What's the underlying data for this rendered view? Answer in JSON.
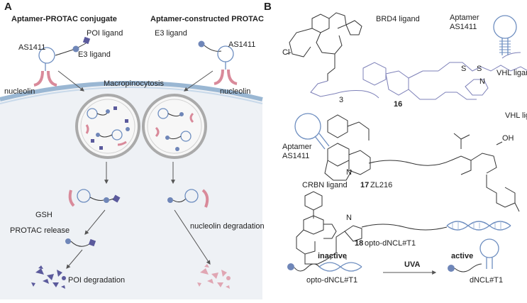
{
  "panels": {
    "a": {
      "label": "A",
      "left_title": "Aptamer-PROTAC conjugate",
      "right_title": "Aptamer-constructed PROTAC",
      "poi_ligand": "POI ligand",
      "e3_ligand_left": "E3 ligand",
      "e3_ligand_right": "E3 ligand",
      "as1411_left": "AS1411",
      "as1411_right": "AS1411",
      "nucleolin_left": "nucleolin",
      "nucleolin_right": "nucleolin",
      "macropinocytosis": "Macropinocytosis",
      "gsh": "GSH",
      "protac_release": "PROTAC release",
      "poi_degradation": "POI degradation",
      "nucleolin_degradation": "nucleolin degradation"
    },
    "b": {
      "label": "B",
      "brd4_ligand": "BRD4 ligand",
      "aptamer_top": "Aptamer",
      "as1411_top": "AS1411",
      "vhl_ligand_1": "VHL ligand",
      "compound_16": "16",
      "aptamer_mid": "Aptamer",
      "as1411_mid": "AS1411",
      "vhl_ligand_2": "VHL ligand",
      "compound_17_num": "17",
      "compound_17_name": "ZL216",
      "crbn_ligand": "CRBN ligand",
      "compound_18_num": "18",
      "compound_18_name": "opto-dNCL#T1",
      "inactive": "inactive",
      "active": "active",
      "uva": "UVA",
      "opto_label": "opto-dNCL#T1",
      "dncl_label": "dNCL#T1"
    },
    "colors": {
      "aptamer": "#6e8ec0",
      "nucleolin": "#d98a9a",
      "poi": "#5b5a9c",
      "e3": "#6f86b8",
      "membrane": "#9ab7d3",
      "cytoplasm": "#eef1f5",
      "ligand_bonds": "#7d80b8"
    }
  }
}
